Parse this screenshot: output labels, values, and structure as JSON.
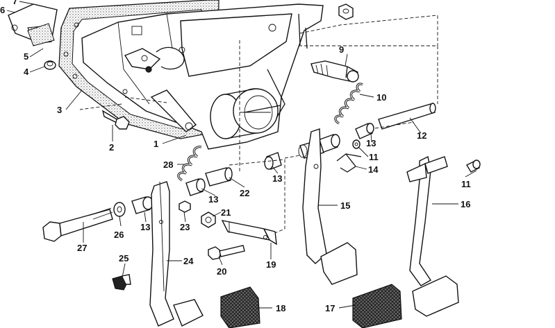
{
  "callouts": [
    {
      "id": "c1",
      "label": "1"
    },
    {
      "id": "c2",
      "label": "2"
    },
    {
      "id": "c3",
      "label": "3"
    },
    {
      "id": "c4",
      "label": "4"
    },
    {
      "id": "c5",
      "label": "5"
    },
    {
      "id": "c6",
      "label": "6"
    },
    {
      "id": "c7",
      "label": "7"
    },
    {
      "id": "c9",
      "label": "9"
    },
    {
      "id": "c10",
      "label": "10"
    },
    {
      "id": "c11a",
      "label": "11"
    },
    {
      "id": "c11b",
      "label": "11"
    },
    {
      "id": "c12",
      "label": "12"
    },
    {
      "id": "c13a",
      "label": "13"
    },
    {
      "id": "c13b",
      "label": "13"
    },
    {
      "id": "c13c",
      "label": "13"
    },
    {
      "id": "c13d",
      "label": "13"
    },
    {
      "id": "c14",
      "label": "14"
    },
    {
      "id": "c15",
      "label": "15"
    },
    {
      "id": "c16",
      "label": "16"
    },
    {
      "id": "c17",
      "label": "17"
    },
    {
      "id": "c18",
      "label": "18"
    },
    {
      "id": "c19",
      "label": "19"
    },
    {
      "id": "c20",
      "label": "20"
    },
    {
      "id": "c21",
      "label": "21"
    },
    {
      "id": "c22",
      "label": "22"
    },
    {
      "id": "c23",
      "label": "23"
    },
    {
      "id": "c24",
      "label": "24"
    },
    {
      "id": "c25",
      "label": "25"
    },
    {
      "id": "c26",
      "label": "26"
    },
    {
      "id": "c27",
      "label": "27"
    },
    {
      "id": "c28",
      "label": "28"
    }
  ]
}
